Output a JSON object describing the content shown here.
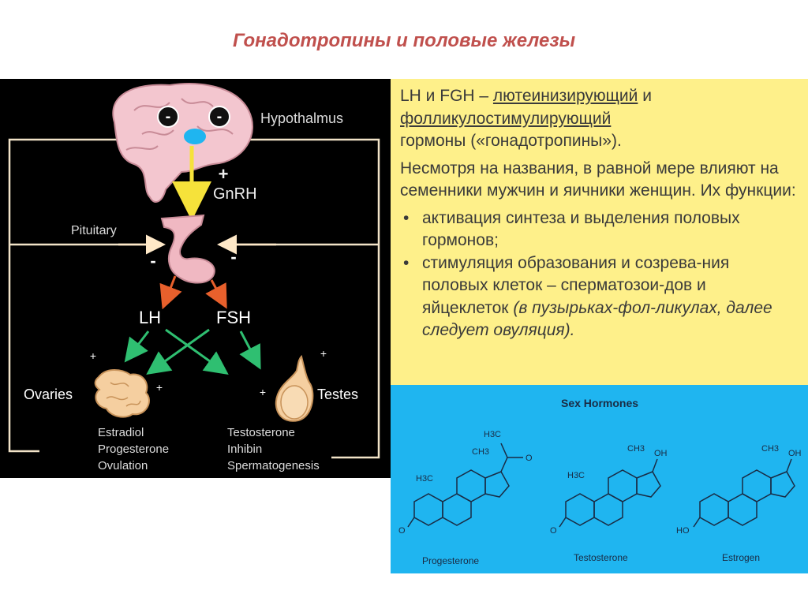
{
  "slide": {
    "title": "Гонадотропины и половые железы"
  },
  "diagram": {
    "hypothalamus": "Hypothalmus",
    "minus": "-",
    "plus": "+",
    "gnrh": "GnRH",
    "pituitary": "Pituitary",
    "lh": "LH",
    "fsh": "FSH",
    "ovaries": "Ovaries",
    "testes": "Testes",
    "ovary_products": [
      "Estradiol",
      "Progesterone",
      "Ovulation"
    ],
    "testis_products": [
      "Testosterone",
      "Inhibin",
      "Spermatogenesis"
    ]
  },
  "text_panel": {
    "p1_a": "LH  и FGH – ",
    "p1_b": "лютеинизирующий",
    "p1_c": " и ",
    "p1_d": "фолликулостимулирующий",
    "p1_e": "гормоны («гонадотропины»).",
    "p2": "Несмотря на названия, в равной мере влияют на семенники мужчин и яичники женщин. Их функции:",
    "bullet1": "активация синтеза и выделения половых гормонов;",
    "bullet2_a": "стимуляция образования и созрева-ния половых клеток – сперматозои-дов и яйцеклеток ",
    "bullet2_b": "(в пузырьках-фол-ликулах, далее следует овуляция)."
  },
  "sex_hormones": {
    "title": "Sex Hormones",
    "labels": [
      "Progesterone",
      "Testosterone",
      "Estrogen"
    ],
    "groups": {
      "h3c": "H3C",
      "ch3": "CH3",
      "oh": "OH",
      "ho": "HO",
      "o": "O"
    }
  },
  "colors": {
    "title": "#c0504d",
    "yellow_panel": "#fef08a",
    "blue_panel": "#1fb5f0",
    "arrow_green": "#2fbf71",
    "arrow_orange": "#e8602c",
    "arrow_yellow": "#f6e23a"
  }
}
